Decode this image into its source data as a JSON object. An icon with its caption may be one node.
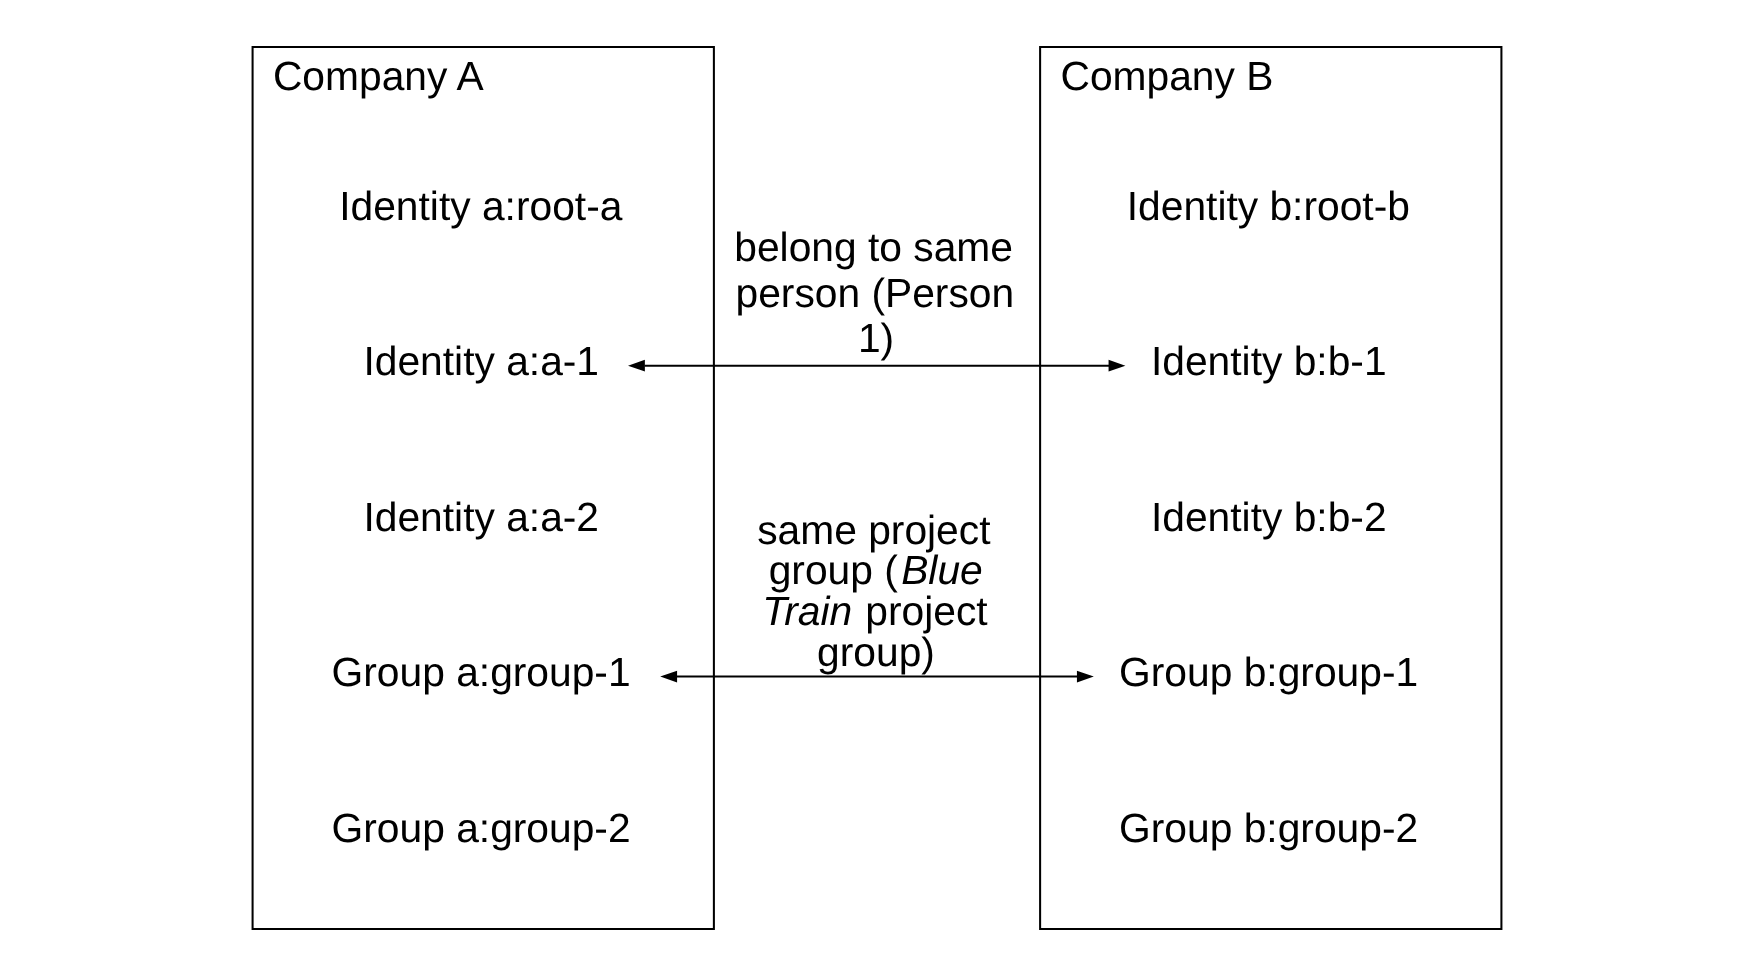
{
  "diagram": {
    "nodes": [
      {
        "text": [
          "Company A"
        ]
      },
      {
        "text": [
          "Identity a:root-a"
        ],
        "in": 0
      },
      {
        "text": [
          "Identity a:a-1"
        ],
        "in": 0
      },
      {
        "text": [
          "Identity a:a-2"
        ],
        "in": 0
      },
      {
        "text": [
          "Group a:group-1"
        ],
        "in": 0
      },
      {
        "text": [
          "Group a:group-2"
        ],
        "in": 0
      },
      {
        "text": [
          "Company B"
        ]
      },
      {
        "text": [
          "Identity b:root-b"
        ],
        "in": 6
      },
      {
        "text": [
          "Identity b:b-1"
        ],
        "in": 6
      },
      {
        "text": [
          "Identity b:b-2"
        ],
        "in": 6
      },
      {
        "text": [
          "Group b:group-1"
        ],
        "in": 6
      },
      {
        "text": [
          "Group b:group-2"
        ],
        "in": 6
      }
    ],
    "edges": [
      {
        "from": 2,
        "to": 8,
        "arrow": "both",
        "label": "belong to same person (Person 1)"
      },
      {
        "from": 4,
        "to": 10,
        "arrow": "both",
        "label": "same project group (*Blue Train* project group)"
      }
    ]
  }
}
